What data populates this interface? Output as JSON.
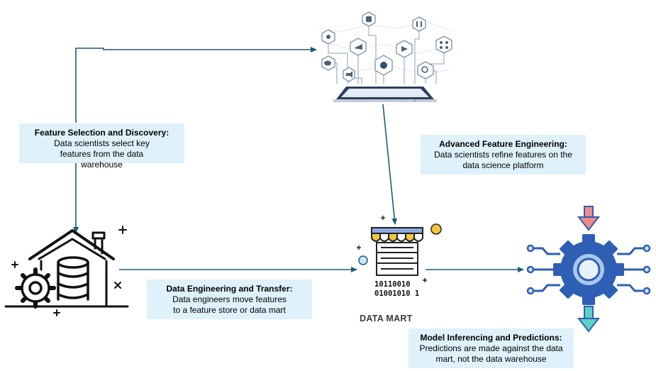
{
  "callouts": {
    "feature_selection": {
      "title": "Feature Selection and Discovery:",
      "body": "Data scientists select key features from the data warehouse"
    },
    "advanced_engineering": {
      "title": "Advanced Feature Engineering:",
      "body": "Data scientists refine features on the data science platform"
    },
    "data_engineering": {
      "title": "Data Engineering and Transfer:",
      "body": "Data engineers move features to a feature store or data mart"
    },
    "model_inferencing": {
      "title": "Model Inferencing and Predictions:",
      "body": "Predictions are made against the data mart, not the data warehouse"
    }
  },
  "data_mart": {
    "label": "DATA MART",
    "binary_line_1": "10110010",
    "binary_line_2": "01001010 1"
  },
  "icons": {
    "warehouse": "warehouse-gear-database-icon",
    "platform": "data-science-platform-tablet-icon",
    "data_mart": "data-mart-storefront-icon",
    "model": "model-gear-circuit-icon"
  },
  "colors": {
    "arrow": "#1d5a7a",
    "callout_bg": "#dff1fb",
    "gear_blue": "#2e5fb4",
    "gear_light": "#cfe3f7",
    "arrow_in": "#f08a8a",
    "arrow_out": "#5fd0c8",
    "awning_yellow": "#f4c53d",
    "awning_blue": "#8fa8e0"
  }
}
